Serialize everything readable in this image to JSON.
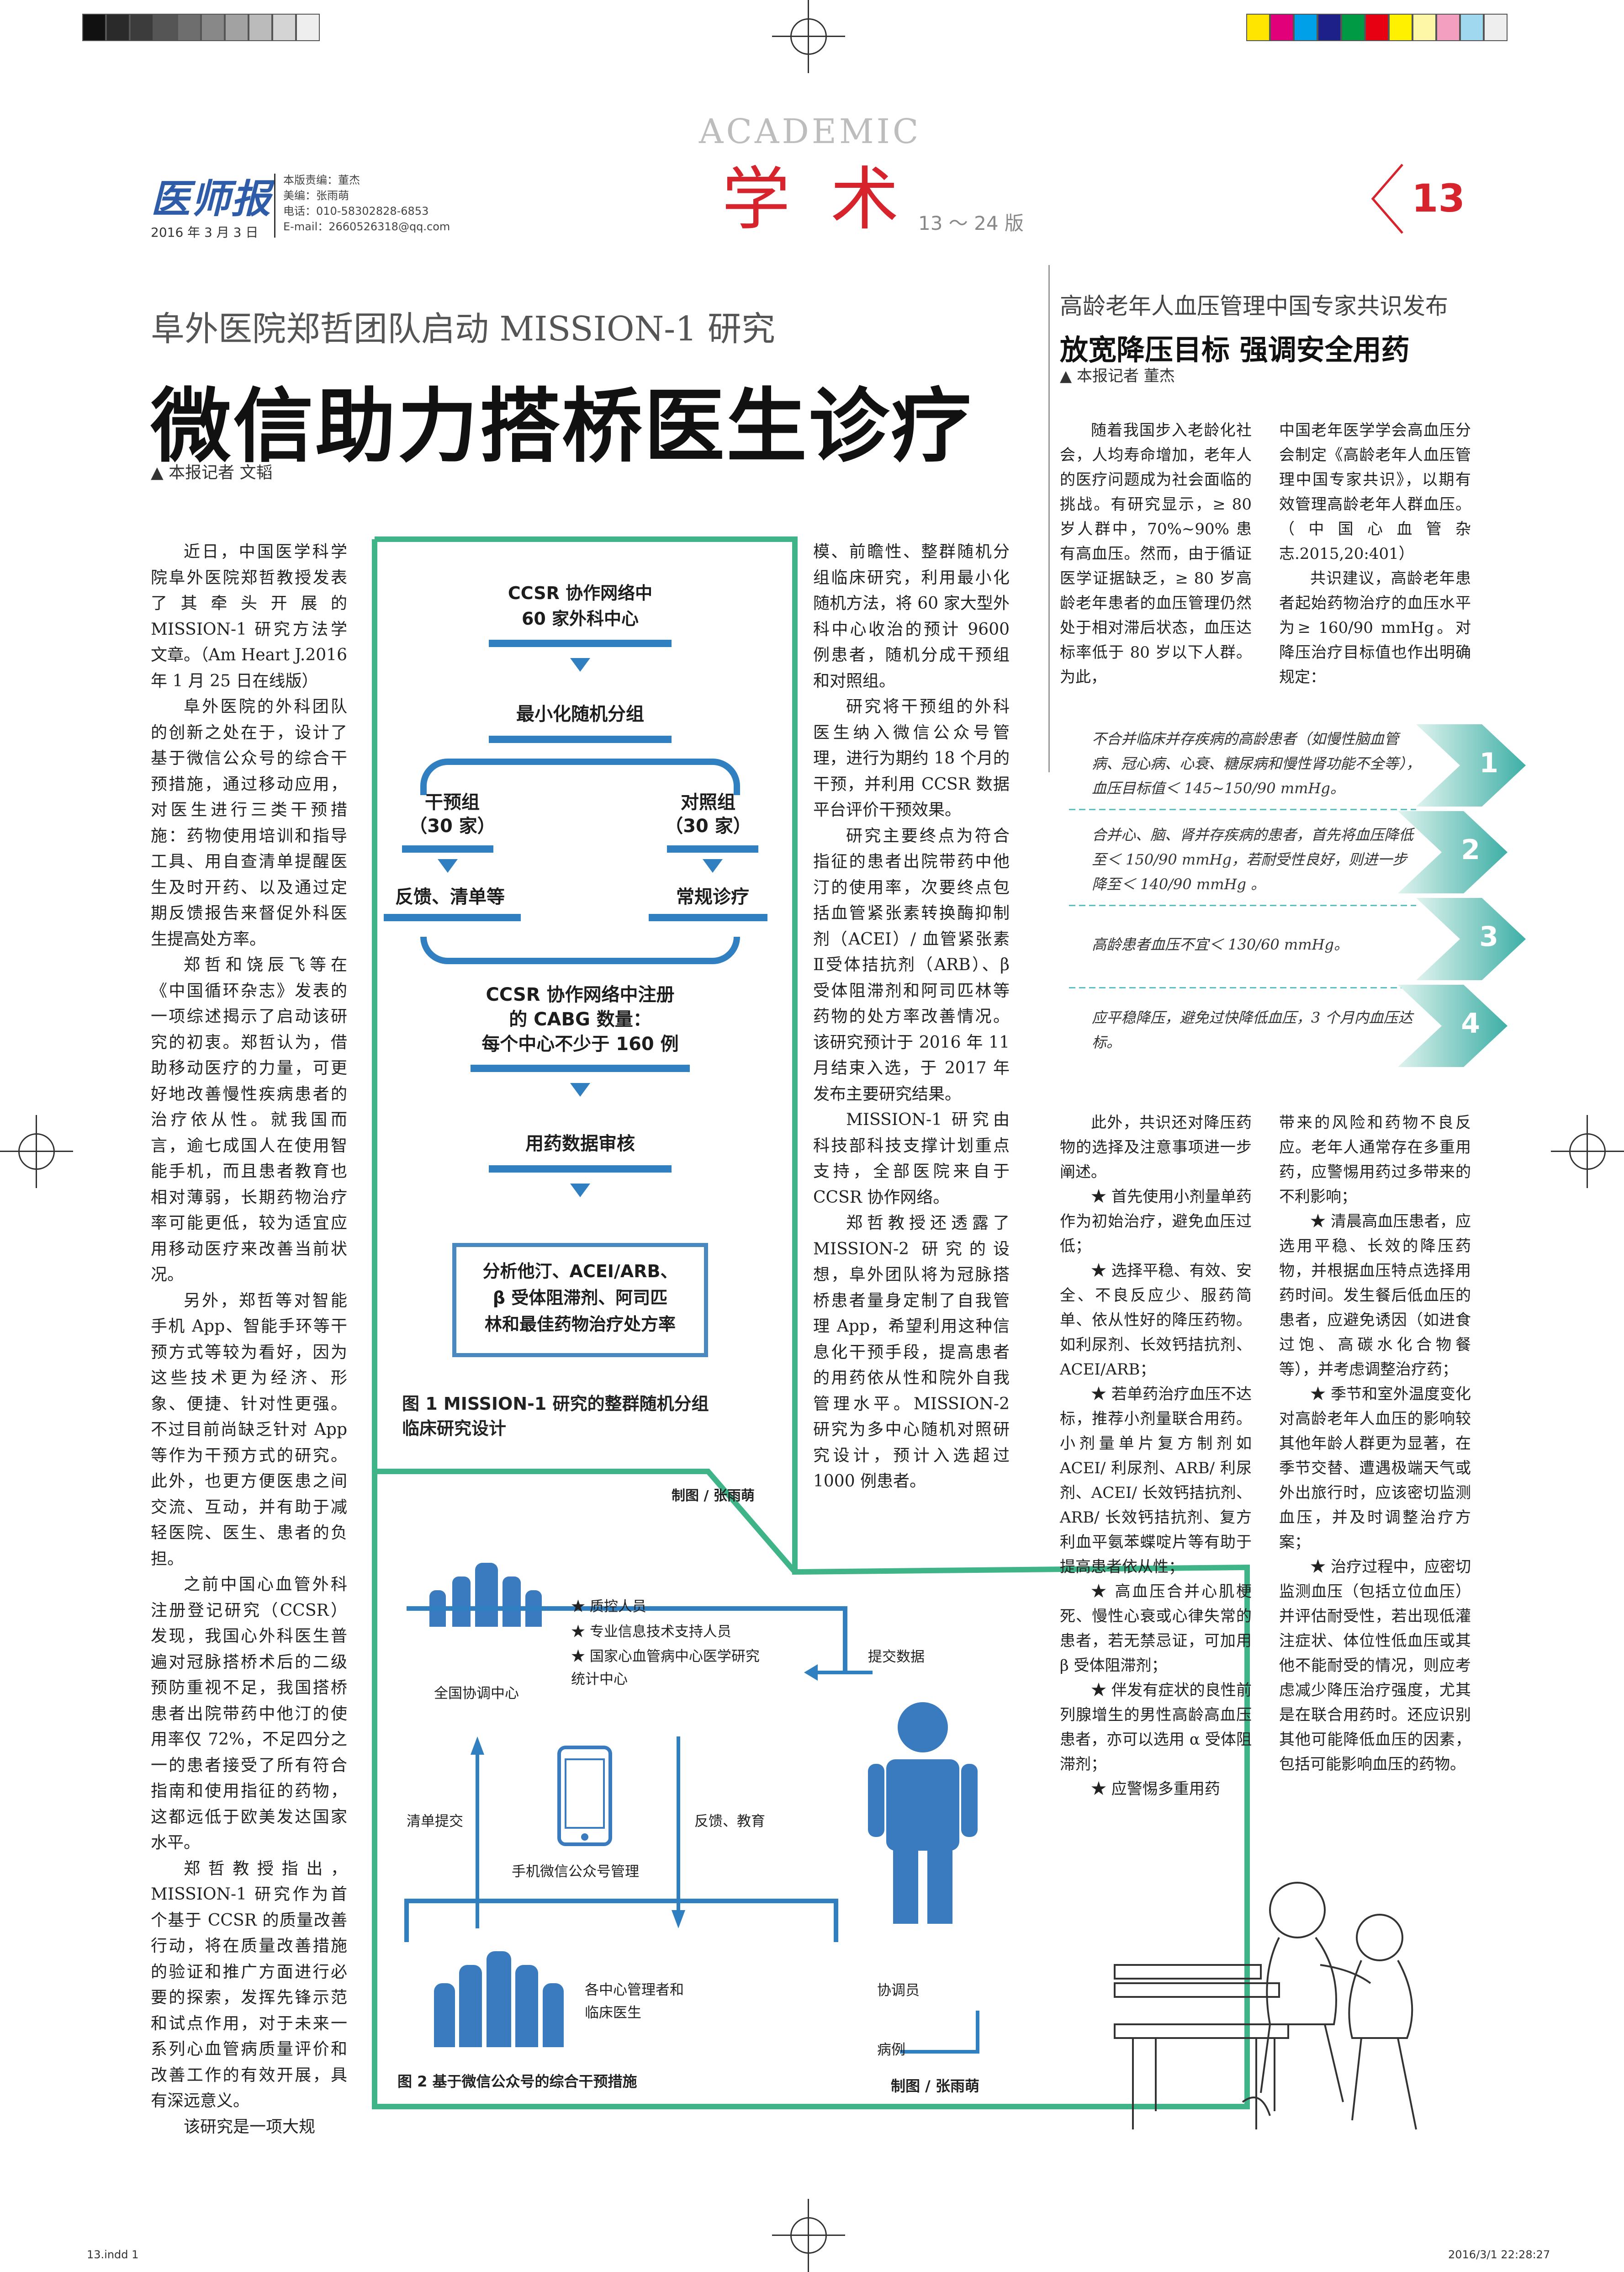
{
  "colors": {
    "green": "#3fb488",
    "blue": "#2f7fc1",
    "red": "#d7232b",
    "gray": "#9a9a9a"
  },
  "masthead": {
    "logo": "医师报",
    "date": "2016 年 3 月 3 日",
    "editor": "本版责编：董杰",
    "designer": "美编：张雨萌",
    "phone": "电话：010-58302828-6853",
    "email": "E-mail：2660526318@qq.com",
    "section_en": "ACADEMIC",
    "section_cn": "学 术",
    "pages": "13 ～ 24 版",
    "page_no": "13"
  },
  "article1": {
    "kicker": "阜外医院郑哲团队启动 MISSION-1 研究",
    "headline": "微信助力搭桥医生诊疗",
    "byline": "▲ 本报记者  文韬",
    "col1": [
      "近日，中国医学科学院阜外医院郑哲教授发表了其牵头开展的 MISSION-1 研究方法学文章。（Am Heart J.2016 年 1 月 25 日在线版）",
      "阜外医院的外科团队的创新之处在于，设计了基于微信公众号的综合干预措施，通过移动应用，对医生进行三类干预措施：药物使用培训和指导工具、用自查清单提醒医生及时开药、以及通过定期反馈报告来督促外科医生提高处方率。",
      "郑哲和饶辰飞等在《中国循环杂志》发表的一项综述揭示了启动该研究的初衷。郑哲认为，借助移动医疗的力量，可更好地改善慢性疾病患者的治疗依从性。就我国而言，逾七成国人在使用智能手机，而且患者教育也相对薄弱，长期药物治疗率可能更低，较为适宜应用移动医疗来改善当前状况。",
      "另外，郑哲等对智能手机 App、智能手环等干预方式等较为看好，因为这些技术更为经济、形象、便捷、针对性更强。不过目前尚缺乏针对 App 等作为干预方式的研究。此外，也更方便医患之间交流、互动，并有助于减轻医院、医生、患者的负担。",
      "之前中国心血管外科注册登记研究（CCSR）发现，我国心外科医生普遍对冠脉搭桥术后的二级预防重视不足，我国搭桥患者出院带药中他汀的使用率仅 72%，不足四分之一的患者接受了所有符合指南和使用指征的药物，这都远低于欧美发达国家水平。",
      "郑哲教授指出，MISSION-1 研究作为首个基于 CCSR 的质量改善行动，将在质量改善措施的验证和推广方面进行必要的探索，发挥先锋示范和试点作用，对于未来一系列心血管病质量评价和改善工作的有效开展，具有深远意义。",
      "该研究是一项大规"
    ],
    "col2": [
      "模、前瞻性、整群随机分组临床研究，利用最小化随机方法，将 60 家大型外科中心收治的预计 9600 例患者，随机分成干预组和对照组。",
      "研究将干预组的外科医生纳入微信公众号管理，进行为期约 18 个月的干预，并利用 CCSR 数据平台评价干预效果。",
      "研究主要终点为符合指征的患者出院带药中他汀的使用率，次要终点包括血管紧张素转换酶抑制剂（ACEI）/ 血管紧张素Ⅱ受体拮抗剂（ARB）、β 受体阻滞剂和阿司匹林等药物的处方率改善情况。该研究预计于 2016 年 11 月结束入选，于 2017 年发布主要研究结果。",
      "MISSION-1 研究由科技部科技支撑计划重点支持，全部医院来自于 CCSR 协作网络。",
      "郑哲教授还透露了 MISSION-2 研究的设想，阜外团队将为冠脉搭桥患者量身定制了自我管理 App，希望利用这种信息化干预手段，提高患者的用药依从性和院外自我管理水平。MISSION-2 研究为多中心随机对照研究设计，预计入选超过 1000 例患者。"
    ]
  },
  "fig1": {
    "box1": "CCSR 协作网络中\n60 家外科中心",
    "box2": "最小化随机分组",
    "left_group": "干预组\n（30 家）",
    "right_group": "对照组\n（30 家）",
    "left_action": "反馈、清单等",
    "right_action": "常规诊疗",
    "box3": "CCSR 协作网络中注册\n的 CABG 数量：\n每个中心不少于 160 例",
    "box4": "用药数据审核",
    "box5": "分析他汀、ACEI/ARB、\nβ 受体阻滞剂、阿司匹\n林和最佳药物治疗处方率",
    "caption": "图 1  MISSION-1 研究的整群随机分组\n临床研究设计",
    "credit": "制图 / 张雨萌"
  },
  "fig2": {
    "center_label": "全国协调中心",
    "list": [
      "★ 质控人员",
      "★ 专业信息技术支持人员",
      "★ 国家心血管病中心医学研究\n统计中心"
    ],
    "submit": "提交数据",
    "checklist": "清单提交",
    "feedback": "反馈、教育",
    "phone_label": "手机微信公众号管理",
    "managers": "各中心管理者和\n临床医生",
    "coordinator": "协调员",
    "cases": "病例",
    "caption": "图 2  基于微信公众号的综合干预措施",
    "credit": "制图 / 张雨萌"
  },
  "article2": {
    "kicker": "高龄老年人血压管理中国专家共识发布",
    "headline": "放宽降压目标  强调安全用药",
    "byline": "▲ 本报记者  董杰",
    "colA": [
      "随着我国步入老龄化社会，人均寿命增加，老年人的医疗问题成为社会面临的挑战。有研究显示，≥ 80 岁人群中，70%~90% 患有高血压。然而，由于循证医学证据缺乏，≥ 80 岁高龄老年患者的血压管理仍然处于相对滞后状态，血压达标率低于 80 岁以下人群。为此，"
    ],
    "colB": [
      "中国老年医学学会高血压分会制定《高龄老年人血压管理中国专家共识》，以期有效管理高龄老年人群血压。（中国心血管杂志.2015,20:401）",
      "共识建议，高龄老年患者起始药物治疗的血压水平为≥ 160/90 mmHg。对降压治疗目标值也作出明确规定："
    ],
    "recs": [
      {
        "no": "1",
        "text": "不合并临床并存疾病的高龄患者（如慢性脑血管病、冠心病、心衰、糖尿病和慢性肾功能不全等），血压目标值＜ 145~150/90 mmHg。"
      },
      {
        "no": "2",
        "text": "合并心、脑、肾并存疾病的患者，首先将血压降低至＜ 150/90 mmHg，若耐受性良好，则进一步降至＜ 140/90 mmHg 。"
      },
      {
        "no": "3",
        "text": "高龄患者血压不宜＜ 130/60 mmHg。"
      },
      {
        "no": "4",
        "text": "应平稳降压，避免过快降低血压，3 个月内血压达标。"
      }
    ],
    "colC": [
      "此外，共识还对降压药物的选择及注意事项进一步阐述。",
      "★ 首先使用小剂量单药作为初始治疗，避免血压过低；",
      "★ 选择平稳、有效、安全、不良反应少、服药简单、依从性好的降压药物。如利尿剂、长效钙拮抗剂、ACEI/ARB；",
      "★ 若单药治疗血压不达标，推荐小剂量联合用药。小剂量单片复方制剂如 ACEI/ 利尿剂、ARB/ 利尿剂、ACEI/ 长效钙拮抗剂、ARB/ 长效钙拮抗剂、复方利血平氨苯蝶啶片等有助于提高患者依从性；",
      "★ 高血压合并心肌梗死、慢性心衰或心律失常的患者，若无禁忌证，可加用 β 受体阻滞剂；",
      "★ 伴发有症状的良性前列腺增生的男性高龄高血压患者，亦可以选用 α 受体阻滞剂；",
      "★ 应警惕多重用药"
    ],
    "colD": [
      "带来的风险和药物不良反应。老年人通常存在多重用药，应警惕用药过多带来的不利影响；",
      "★ 清晨高血压患者，应选用平稳、长效的降压药物，并根据血压特点选择用药时间。发生餐后低血压的患者，应避免诱因（如进食过饱、高碳水化合物餐等），并考虑调整治疗药；",
      "★ 季节和室外温度变化对高龄老年人血压的影响较其他年龄人群更为显著，在季节交替、遭遇极端天气或外出旅行时，应该密切监测血压，并及时调整治疗方案；",
      "★ 治疗过程中，应密切监测血压（包括立位血压）并评估耐受性，若出现低灌注症状、体位性低血压或其他不能耐受的情况，则应考虑减少降压治疗强度，尤其是在联合用药时。还应识别其他可能降低血压的因素，包括可能影响血压的药物。"
    ]
  },
  "footer": {
    "left": "13.indd   1",
    "right": "2016/3/1   22:28:27"
  }
}
